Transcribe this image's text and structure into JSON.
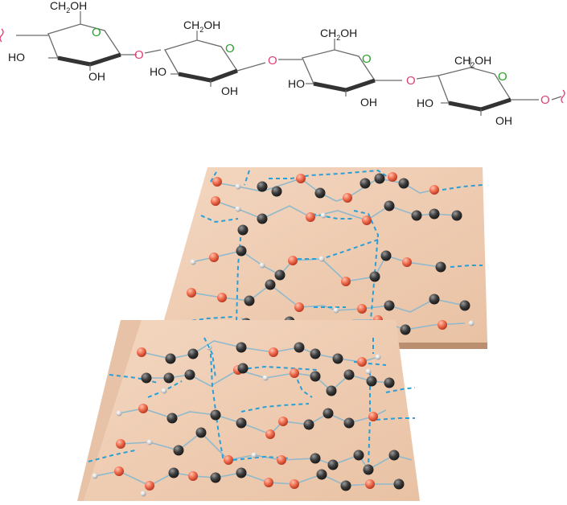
{
  "colors": {
    "ring_bold": "#3a3a3a",
    "ring_thin": "#6b6b6b",
    "ring_oxygen": "#2aa02a",
    "glycosidic_oxygen": "#e0407a",
    "chain_wave": "#e0407a",
    "sheet_fill": "#efcdb3",
    "sheet_edge": "#b98f6f",
    "carbon_atom": "#3b3b3b",
    "oxygen_atom": "#e8684c",
    "hydrogen_atom": "#d6d6d6",
    "covalent_bond": "#8fb9cc",
    "hydrogen_bond": "#2a9fd6"
  },
  "structure": {
    "ring_oxygen_label": "O",
    "glycosidic_oxygen_label": "O",
    "units": [
      {
        "ch2oh_main": "CH",
        "ch2oh_sub": "2",
        "ch2oh_end": "OH",
        "ho_label": "HO",
        "oh_label": "OH"
      },
      {
        "ch2oh_main": "CH",
        "ch2oh_sub": "2",
        "ch2oh_end": "OH",
        "ho_label": "HO",
        "oh_label": "OH"
      },
      {
        "ch2oh_main": "CH",
        "ch2oh_sub": "2",
        "ch2oh_end": "OH",
        "ho_label": "HO",
        "oh_label": "OH"
      },
      {
        "ch2oh_main": "CH",
        "ch2oh_sub": "2",
        "ch2oh_end": "OH",
        "ho_label": "HO",
        "oh_label": "OH"
      }
    ]
  },
  "sheets": {
    "count": 2,
    "atom_types": [
      "carbon",
      "oxygen",
      "hydrogen"
    ],
    "bond_types": [
      "covalent",
      "hydrogen-bond"
    ]
  }
}
